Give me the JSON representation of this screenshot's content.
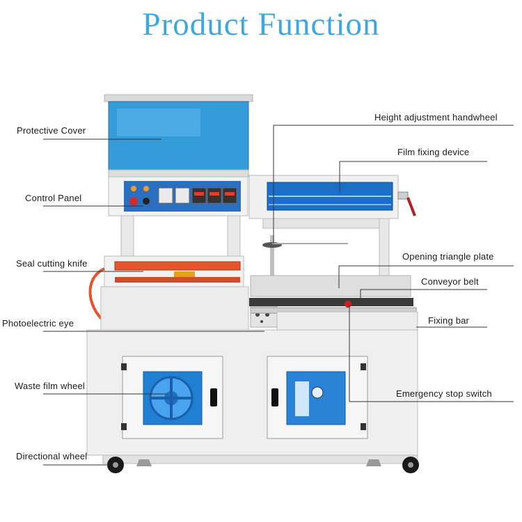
{
  "title": "Product Function",
  "labels": {
    "protective_cover": "Protective Cover",
    "control_panel": "Control Panel",
    "seal_cutting_knife": "Seal cutting knife",
    "photoelectric_eye": "Photoelectric eye",
    "waste_film_wheel": "Waste film wheel",
    "directional_wheel": "Directional wheel",
    "height_adjustment_handwheel": "Height adjustment handwheel",
    "film_fixing_device": "Film fixing device",
    "opening_triangle_plate": "Opening triangle plate",
    "conveyor_belt": "Conveyor belt",
    "fixing_bar": "Fixing bar",
    "emergency_stop_switch": "Emergency stop switch"
  },
  "colors": {
    "title": "#3fa7dd",
    "cover_blue": "#1a8fd6",
    "panel_blue": "#2a6fc0",
    "knife_orange": "#e4552c",
    "machine_body": "#eeeeee",
    "leader_line": "#333333"
  }
}
